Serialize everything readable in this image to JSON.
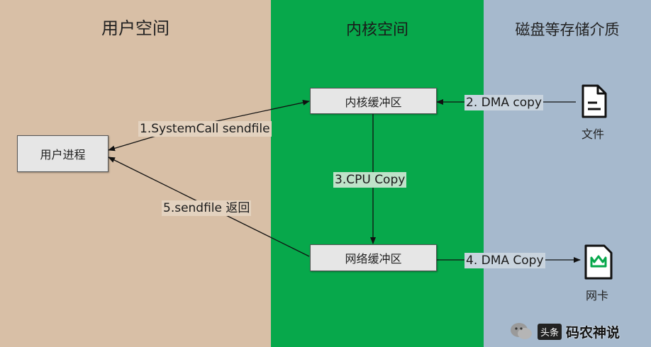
{
  "panels": {
    "user_space": "用户空间",
    "kernel_space": "内核空间",
    "disk": "磁盘等存储介质"
  },
  "boxes": {
    "user_process": "用户进程",
    "kernel_buffer": "内核缓冲区",
    "network_buffer": "网络缓冲区"
  },
  "steps": {
    "step1": "1.SystemCall sendfile",
    "step2": "2. DMA copy",
    "step3": "3.CPU Copy",
    "step4": "4. DMA Copy",
    "step5": "5.sendfile 返回"
  },
  "devices": {
    "file": "文件",
    "nic": "网卡"
  },
  "watermark": {
    "badge": "头条",
    "text": "码农神说"
  },
  "colors": {
    "user_space_bg": "#d8bfa6",
    "kernel_space_bg": "#07a84b",
    "disk_bg": "#a6b9cd",
    "nic_icon": "#07a84b"
  }
}
